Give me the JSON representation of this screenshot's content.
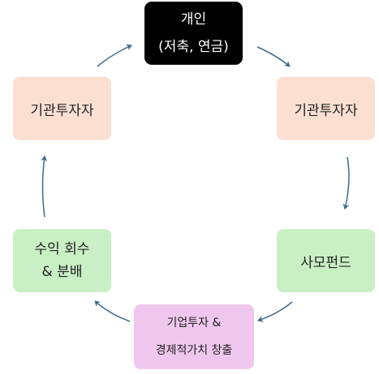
{
  "colors": {
    "individual_bg": "#000000",
    "institution_bg": "#fbe0d2",
    "fund_bg": "#c9efc4",
    "invest_bg": "#efc7ee",
    "arrow": "#3a6b8c"
  },
  "nodes": {
    "individual": {
      "line1": "개인",
      "line2": "(저축, 연금)"
    },
    "institution_right": {
      "label": "기관투자자"
    },
    "institution_left": {
      "label": "기관투자자"
    },
    "pe_fund": {
      "label": "사모펀드"
    },
    "invest": {
      "line1": "기업투자 &",
      "line2": "경제적가치 창출"
    },
    "return": {
      "line1": "수익 회수",
      "line2": "& 분배"
    }
  }
}
